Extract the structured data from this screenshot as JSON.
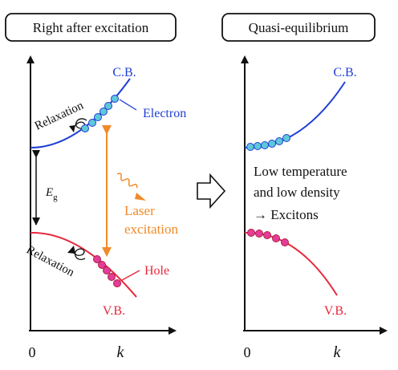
{
  "left_panel": {
    "title": "Right after excitation",
    "cb_label": "C.B.",
    "vb_label": "V.B.",
    "relaxation_top": "Relaxation",
    "relaxation_bottom": "Relaxation",
    "electron_label": "Electron",
    "hole_label": "Hole",
    "gap_label_main": "E",
    "gap_label_sub": "g",
    "laser_line1": "Laser",
    "laser_line2": "excitation",
    "origin_label": "0",
    "k_label": "k"
  },
  "right_panel": {
    "title": "Quasi-equilibrium",
    "cb_label": "C.B.",
    "vb_label": "V.B.",
    "text_line1": "Low temperature",
    "text_line2": "and low density",
    "text_line3": "→ Excitons",
    "origin_label": "0",
    "k_label": "k"
  },
  "arrow_icon": "right-hollow-arrow-icon",
  "colors": {
    "conduction_band": "#1f3fd6",
    "valence_band": "#e8283c",
    "electron_fill": "#5ec8d8",
    "hole_fill": "#e43c9c",
    "laser": "#f08a2a",
    "axis": "#111111"
  }
}
